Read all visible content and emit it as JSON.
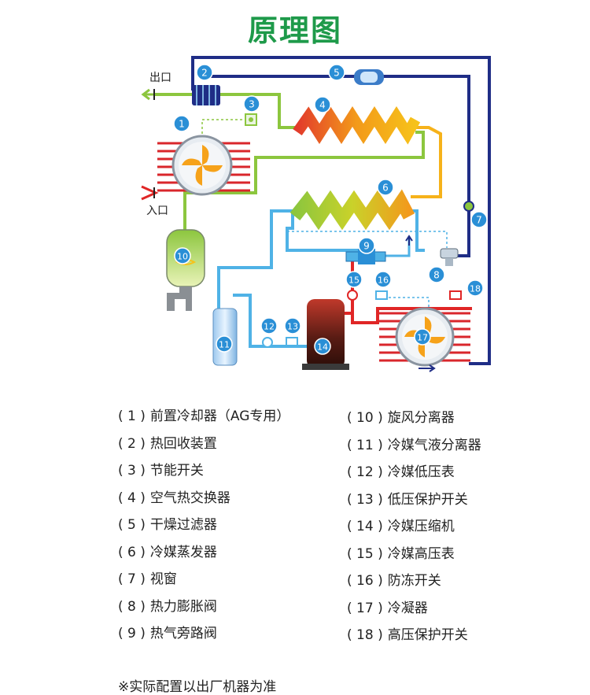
{
  "title": "原理图",
  "diagram": {
    "outlet_label": "出口",
    "inlet_label": "入口",
    "markers": [
      "1",
      "2",
      "3",
      "4",
      "5",
      "6",
      "7",
      "8",
      "9",
      "10",
      "11",
      "12",
      "13",
      "14",
      "15",
      "16",
      "17",
      "18"
    ]
  },
  "legend": {
    "left": [
      {
        "num": "( 1 )",
        "text": "前置冷却器（AG专用）"
      },
      {
        "num": "( 2 )",
        "text": "热回收装置"
      },
      {
        "num": "( 3 )",
        "text": "节能开关"
      },
      {
        "num": "( 4 )",
        "text": "空气热交换器"
      },
      {
        "num": "( 5 )",
        "text": "干燥过滤器"
      },
      {
        "num": "( 6 )",
        "text": "冷媒蒸发器"
      },
      {
        "num": "( 7 )",
        "text": "视窗"
      },
      {
        "num": "( 8 )",
        "text": "热力膨胀阀"
      },
      {
        "num": "( 9 )",
        "text": "热气旁路阀"
      }
    ],
    "right": [
      {
        "num": "( 10 )",
        "text": "旋风分离器"
      },
      {
        "num": "( 11 )",
        "text": "冷媒气液分离器"
      },
      {
        "num": "( 12 )",
        "text": "冷媒低压表"
      },
      {
        "num": "( 13 )",
        "text": "低压保护开关"
      },
      {
        "num": "( 14 )",
        "text": "冷媒压缩机"
      },
      {
        "num": "( 15 )",
        "text": "冷媒高压表"
      },
      {
        "num": "( 16 )",
        "text": "防冻开关"
      },
      {
        "num": "( 17 )",
        "text": "冷凝器"
      },
      {
        "num": "( 18 )",
        "text": "高压保护开关"
      }
    ]
  },
  "footnote": "※实际配置以出厂机器为准",
  "colors": {
    "title": "#1e9a4a",
    "marker": "#2a8fd6",
    "navy_pipe": "#1f2d86",
    "light_blue_pipe": "#4fb2e6",
    "green_pipe": "#8cc63e",
    "red_pipe": "#e02626",
    "coil_red": "#d9262b",
    "fan_blade": "#f6a21a"
  }
}
